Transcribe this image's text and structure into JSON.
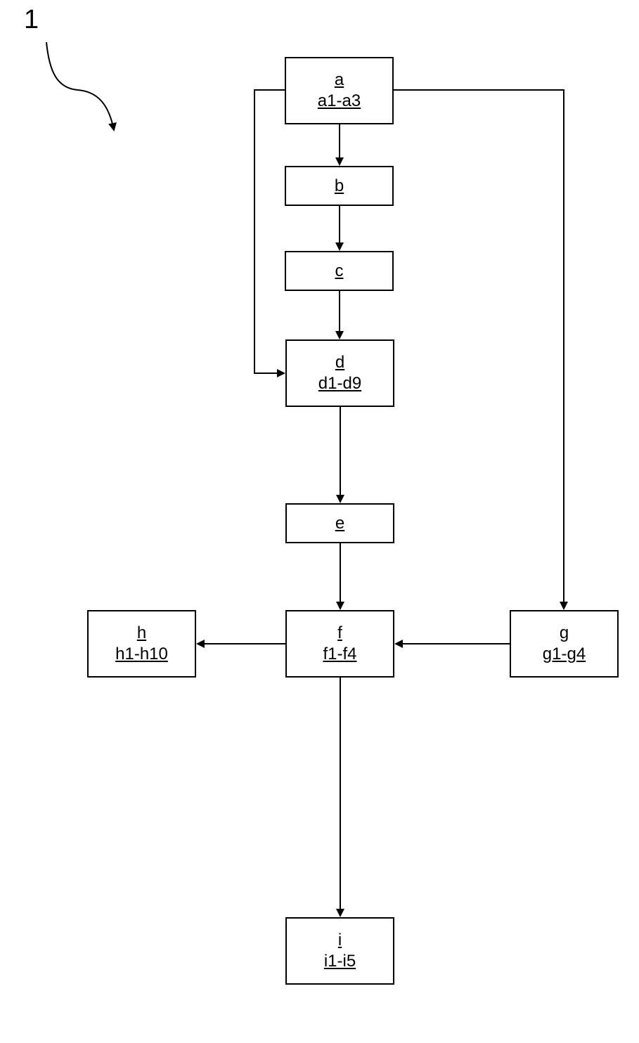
{
  "figure_number": "1",
  "boxes": {
    "a": {
      "title": "a",
      "subtitle": "a1-a3"
    },
    "b": {
      "title": "b"
    },
    "c": {
      "title": "c"
    },
    "d": {
      "title": "d",
      "subtitle": "d1-d9"
    },
    "e": {
      "title": "e"
    },
    "f": {
      "title": "f",
      "subtitle": "f1-f4"
    },
    "g": {
      "title": "g",
      "subtitle": "g1-g4"
    },
    "h": {
      "title": "h",
      "subtitle": "h1-h10"
    },
    "i": {
      "title": "i",
      "subtitle": "i1-i5"
    }
  },
  "edges": [
    {
      "from": "a",
      "to": "b"
    },
    {
      "from": "b",
      "to": "c"
    },
    {
      "from": "c",
      "to": "d"
    },
    {
      "from": "a",
      "to": "d"
    },
    {
      "from": "a",
      "to": "g"
    },
    {
      "from": "d",
      "to": "e"
    },
    {
      "from": "e",
      "to": "f"
    },
    {
      "from": "g",
      "to": "f"
    },
    {
      "from": "f",
      "to": "h"
    },
    {
      "from": "f",
      "to": "i"
    }
  ]
}
